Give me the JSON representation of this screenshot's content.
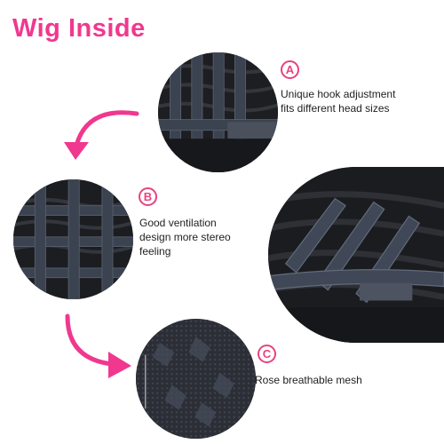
{
  "title": "Wig Inside",
  "features": [
    {
      "letter": "A",
      "lines": [
        "Unique hook adjustment",
        "fits different head sizes"
      ]
    },
    {
      "letter": "B",
      "lines": [
        "Good ventilation",
        "design more stereo",
        "feeling"
      ]
    },
    {
      "letter": "C",
      "lines": [
        "Rose breathable mesh"
      ]
    }
  ],
  "icons": {
    "arrow_top": "curved-arrow-icon",
    "arrow_bottom": "curved-arrow-icon"
  },
  "colors": {
    "accent": "#f0388f",
    "badge": "#e8427f",
    "strap": "#3c4350",
    "hair": "#1b1c20"
  }
}
